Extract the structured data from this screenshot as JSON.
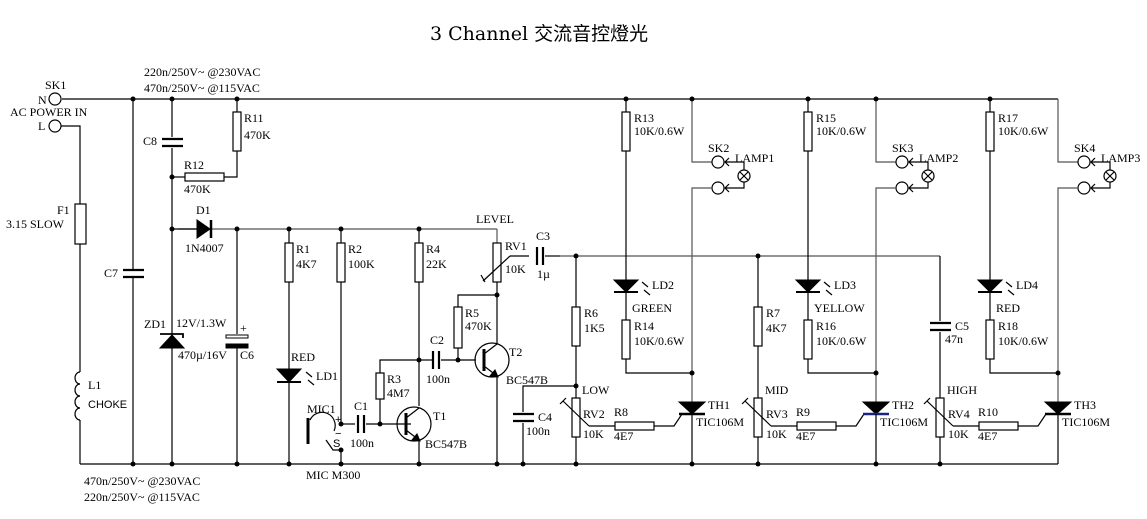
{
  "title": "3 Channel 交流音控燈光",
  "notes": {
    "top_line1": "220n/250V~ @230VAC",
    "top_line2": "470n/250V~ @115VAC",
    "bottom_line1": "470n/250V~ @230VAC",
    "bottom_line2": "220n/250V~ @115VAC"
  },
  "power": {
    "socket": "SK1",
    "n_label": "N",
    "l_label": "L",
    "label": "AC POWER IN"
  },
  "components": {
    "F1": {
      "ref": "F1",
      "value": "3.15 SLOW"
    },
    "L1": {
      "ref": "L1",
      "value": "CHOKE"
    },
    "C7": {
      "ref": "C7"
    },
    "C8": {
      "ref": "C8"
    },
    "R11": {
      "ref": "R11",
      "value": "470K"
    },
    "R12": {
      "ref": "R12",
      "value": "470K"
    },
    "D1": {
      "ref": "D1",
      "value": "1N4007"
    },
    "ZD1": {
      "ref": "ZD1",
      "value": "12V/1.3W"
    },
    "C6": {
      "ref": "C6",
      "value": "470µ/16V",
      "polarity": "+"
    },
    "R1": {
      "ref": "R1",
      "value": "4K7"
    },
    "R2": {
      "ref": "R2",
      "value": "100K"
    },
    "R3": {
      "ref": "R3",
      "value": "4M7"
    },
    "R4": {
      "ref": "R4",
      "value": "22K"
    },
    "R5": {
      "ref": "R5",
      "value": "470K"
    },
    "LD1": {
      "ref": "LD1",
      "color": "RED"
    },
    "MIC1": {
      "ref": "MIC1",
      "value": "MIC M300",
      "plus": "+",
      "minus": "−",
      "s": "S"
    },
    "C1": {
      "ref": "C1",
      "value": "100n"
    },
    "C2": {
      "ref": "C2",
      "value": "100n"
    },
    "T1": {
      "ref": "T1",
      "value": "BC547B"
    },
    "T2": {
      "ref": "T2",
      "value": "BC547B"
    },
    "RV1": {
      "ref": "RV1",
      "value": "10K",
      "label": "LEVEL"
    },
    "C3": {
      "ref": "C3",
      "value": "1µ"
    },
    "C4": {
      "ref": "C4",
      "value": "100n"
    },
    "R6": {
      "ref": "R6",
      "value": "1K5"
    },
    "RV2": {
      "ref": "RV2",
      "value": "10K",
      "label": "LOW"
    },
    "R8": {
      "ref": "R8",
      "value": "4E7"
    },
    "R7": {
      "ref": "R7",
      "value": "4K7"
    },
    "RV3": {
      "ref": "RV3",
      "value": "10K",
      "label": "MID"
    },
    "R9": {
      "ref": "R9",
      "value": "4E7"
    },
    "C5": {
      "ref": "C5",
      "value": "47n"
    },
    "RV4": {
      "ref": "RV4",
      "value": "10K",
      "label": "HIGH"
    },
    "R10": {
      "ref": "R10",
      "value": "4E7"
    }
  },
  "channels": [
    {
      "res_top": "R13",
      "res_top_val": "10K/0.6W",
      "socket": "SK2",
      "lamp": "LAMP1",
      "led": "LD2",
      "led_color": "GREEN",
      "res_led": "R14",
      "res_led_val": "10K/0.6W",
      "thyristor": "TH1",
      "thyristor_val": "TIC106M"
    },
    {
      "res_top": "R15",
      "res_top_val": "10K/0.6W",
      "socket": "SK3",
      "lamp": "LAMP2",
      "led": "LD3",
      "led_color": "YELLOW",
      "res_led": "R16",
      "res_led_val": "10K/0.6W",
      "thyristor": "TH2",
      "thyristor_val": "TIC106M"
    },
    {
      "res_top": "R17",
      "res_top_val": "10K/0.6W",
      "socket": "SK4",
      "lamp": "LAMP3",
      "led": "LD4",
      "led_color": "RED",
      "res_led": "R18",
      "res_led_val": "10K/0.6W",
      "thyristor": "TH3",
      "thyristor_val": "TIC106M"
    }
  ]
}
